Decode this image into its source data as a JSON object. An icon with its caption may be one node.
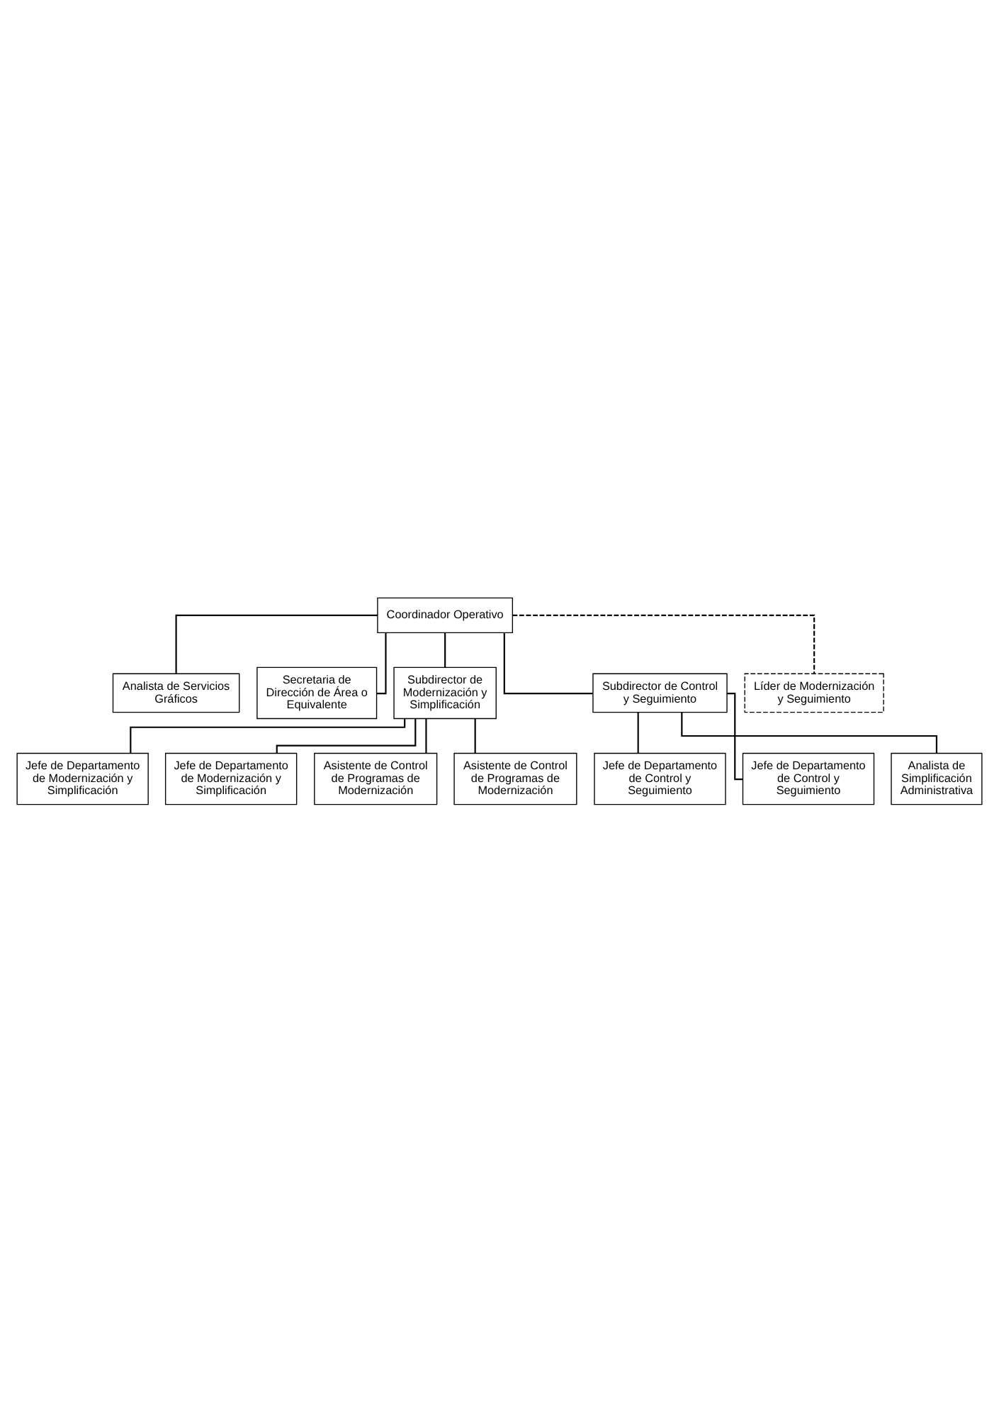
{
  "diagram": {
    "nodes": [
      {
        "text": [
          "Coordinador Operativo"
        ]
      },
      {
        "text": [
          "Analista de Servicios Gráficos"
        ]
      },
      {
        "text": [
          "Secretaria de Dirección de Área o Equivalente"
        ]
      },
      {
        "text": [
          "Subdirector de Modernización y Simplificación"
        ]
      },
      {
        "text": [
          "Subdirector de Control y Seguimiento"
        ]
      },
      {
        "text": [
          "Jefe de Departamento de Modernización y Simplificación"
        ]
      },
      {
        "text": [
          "Jefe de Departamento de Modernización y Simplificación"
        ]
      },
      {
        "text": [
          "Asistente de Control de Programas de Modernización"
        ]
      },
      {
        "text": [
          "Asistente de Control de Programas de Modernización"
        ]
      },
      {
        "text": [
          "Jefe de Departamento de Control y Seguimiento"
        ]
      },
      {
        "text": [
          "Jefe de Departamento de Control y Seguimiento"
        ]
      },
      {
        "text": [
          "Analista de Simplificación Administrativa"
        ]
      },
      {
        "text": [
          "Líder de Modernización y Seguimiento"
        ]
      }
    ],
    "edges": [
      {
        "from": 0,
        "to": 1,
        "arrow": "none"
      },
      {
        "from": 0,
        "to": 2,
        "arrow": "none"
      },
      {
        "from": 0,
        "to": 3,
        "arrow": "none"
      },
      {
        "from": 0,
        "to": 4,
        "arrow": "none"
      },
      {
        "from": 0,
        "to": 12,
        "arrow": "none",
        "style": "dashed"
      },
      {
        "from": 3,
        "to": 5,
        "arrow": "none"
      },
      {
        "from": 3,
        "to": 6,
        "arrow": "none"
      },
      {
        "from": 3,
        "to": 7,
        "arrow": "none"
      },
      {
        "from": 3,
        "to": 8,
        "arrow": "none"
      },
      {
        "from": 4,
        "to": 9,
        "arrow": "none"
      },
      {
        "from": 4,
        "to": 10,
        "arrow": "none"
      },
      {
        "from": 4,
        "to": 11,
        "arrow": "none"
      }
    ]
  }
}
